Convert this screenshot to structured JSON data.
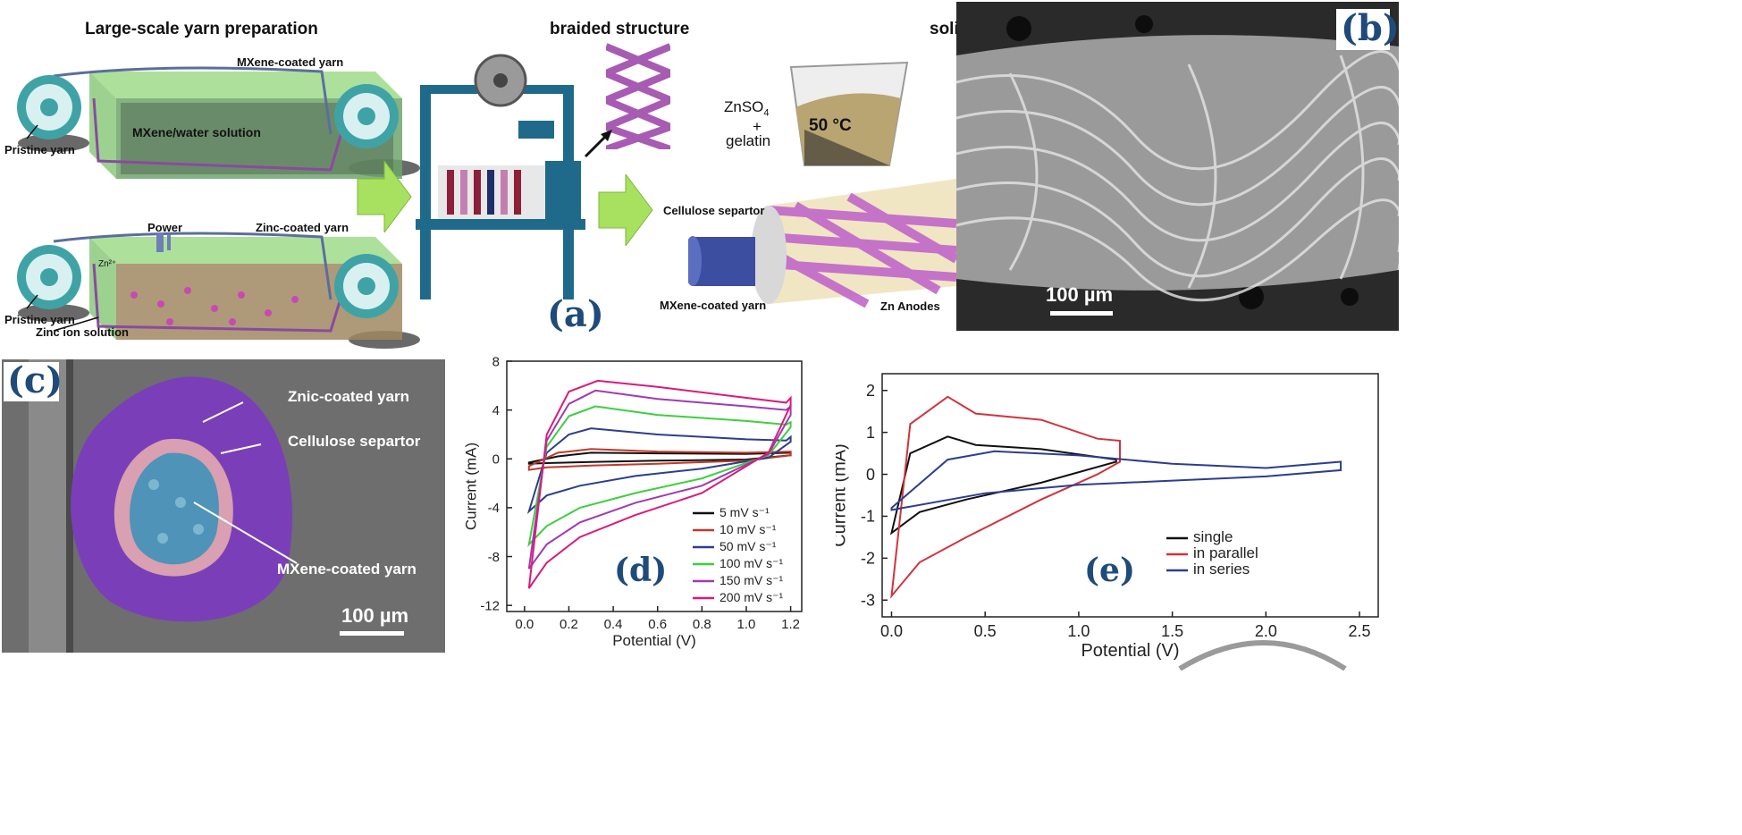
{
  "panel_a": {
    "letter": "(a)",
    "title_yarn": "Large-scale yarn preparation",
    "title_braid": "braided structure",
    "title_electrolyte": "solid-state electrolye",
    "label_mxene_yarn": "MXene-coated yarn",
    "label_pristine_1": "Pristine yarn",
    "label_solution": "MXene/water solution",
    "label_power": "Power",
    "label_zinc_yarn": "Zinc-coated yarn",
    "label_pristine_2": "Pristine yarn",
    "label_zinc_solution": "Zinc ion solution",
    "label_znso4": "ZnSO",
    "label_znso4_sub": "4",
    "label_plus": "+",
    "label_gelatin": "gelatin",
    "label_temp": "50 °C",
    "label_separator": "Cellulose separtor",
    "label_mxene_yarn_2": "MXene-coated yarn",
    "label_zn_anodes": "Zn Anodes",
    "zn_ion": "Zn²⁺"
  },
  "panel_b": {
    "letter": "(b)",
    "scale": "100 µm"
  },
  "panel_c": {
    "letter": "(c)",
    "label_zinc": "Znic-coated yarn",
    "label_separator": "Cellulose separtor",
    "label_mxene": "MXene-coated yarn",
    "scale": "100 µm"
  },
  "colors": {
    "panel_letter": "#1e4b7a",
    "green_arrow": "#a8e060"
  },
  "chart_data": [
    {
      "panel": "(d)",
      "type": "line",
      "xlabel": "Potential (V)",
      "ylabel": "Current (mA)",
      "xlim": [
        -0.08,
        1.25
      ],
      "ylim": [
        -12.5,
        8
      ],
      "xticks": [
        0.0,
        0.2,
        0.4,
        0.6,
        0.8,
        1.0,
        1.2
      ],
      "yticks": [
        -12,
        -8,
        -4,
        0,
        4,
        8
      ],
      "legend_position": "bottom-right",
      "series": [
        {
          "name": "5 mV s⁻¹",
          "color": "#111111",
          "upper": [
            [
              0.02,
              -0.3
            ],
            [
              0.15,
              0.2
            ],
            [
              0.3,
              0.5
            ],
            [
              0.6,
              0.45
            ],
            [
              1.0,
              0.4
            ],
            [
              1.2,
              0.5
            ]
          ],
          "lower": [
            [
              1.2,
              0.3
            ],
            [
              1.0,
              -0.05
            ],
            [
              0.6,
              -0.15
            ],
            [
              0.3,
              -0.25
            ],
            [
              0.1,
              -0.35
            ],
            [
              0.02,
              -0.4
            ]
          ]
        },
        {
          "name": "10 mV s⁻¹",
          "color": "#c0392b",
          "upper": [
            [
              0.02,
              -0.6
            ],
            [
              0.15,
              0.5
            ],
            [
              0.3,
              0.8
            ],
            [
              0.6,
              0.6
            ],
            [
              1.0,
              0.5
            ],
            [
              1.2,
              0.6
            ]
          ],
          "lower": [
            [
              1.2,
              0.3
            ],
            [
              1.0,
              -0.15
            ],
            [
              0.6,
              -0.4
            ],
            [
              0.3,
              -0.55
            ],
            [
              0.1,
              -0.7
            ],
            [
              0.02,
              -0.9
            ]
          ]
        },
        {
          "name": "50 mV s⁻¹",
          "color": "#2c3e8c",
          "upper": [
            [
              0.02,
              -4.3
            ],
            [
              0.1,
              0.5
            ],
            [
              0.2,
              2.0
            ],
            [
              0.3,
              2.5
            ],
            [
              0.6,
              2.0
            ],
            [
              1.0,
              1.6
            ],
            [
              1.18,
              1.5
            ],
            [
              1.2,
              1.8
            ]
          ],
          "lower": [
            [
              1.2,
              1.4
            ],
            [
              1.1,
              0.1
            ],
            [
              0.8,
              -0.8
            ],
            [
              0.5,
              -1.4
            ],
            [
              0.25,
              -2.2
            ],
            [
              0.1,
              -3.0
            ],
            [
              0.02,
              -4.3
            ]
          ]
        },
        {
          "name": "100 mV s⁻¹",
          "color": "#3ecf3e",
          "upper": [
            [
              0.02,
              -7.0
            ],
            [
              0.1,
              1.0
            ],
            [
              0.2,
              3.5
            ],
            [
              0.32,
              4.3
            ],
            [
              0.6,
              3.6
            ],
            [
              1.0,
              3.1
            ],
            [
              1.18,
              2.8
            ],
            [
              1.2,
              3.0
            ]
          ],
          "lower": [
            [
              1.2,
              2.6
            ],
            [
              1.1,
              0.3
            ],
            [
              0.8,
              -1.6
            ],
            [
              0.5,
              -2.8
            ],
            [
              0.25,
              -4.0
            ],
            [
              0.1,
              -5.5
            ],
            [
              0.02,
              -7.0
            ]
          ]
        },
        {
          "name": "150 mV s⁻¹",
          "color": "#a03ab2",
          "upper": [
            [
              0.02,
              -9.0
            ],
            [
              0.1,
              1.5
            ],
            [
              0.2,
              4.5
            ],
            [
              0.32,
              5.6
            ],
            [
              0.6,
              4.9
            ],
            [
              1.0,
              4.3
            ],
            [
              1.18,
              4.0
            ],
            [
              1.2,
              4.3
            ]
          ],
          "lower": [
            [
              1.2,
              3.6
            ],
            [
              1.1,
              0.4
            ],
            [
              0.8,
              -2.2
            ],
            [
              0.5,
              -3.6
            ],
            [
              0.25,
              -5.2
            ],
            [
              0.1,
              -7.0
            ],
            [
              0.02,
              -9.0
            ]
          ]
        },
        {
          "name": "200 mV s⁻¹",
          "color": "#d81b7a",
          "upper": [
            [
              0.02,
              -10.6
            ],
            [
              0.1,
              2.0
            ],
            [
              0.2,
              5.5
            ],
            [
              0.33,
              6.4
            ],
            [
              0.6,
              5.9
            ],
            [
              1.0,
              5.0
            ],
            [
              1.18,
              4.6
            ],
            [
              1.2,
              5.0
            ]
          ],
          "lower": [
            [
              1.2,
              4.4
            ],
            [
              1.1,
              0.5
            ],
            [
              0.8,
              -2.8
            ],
            [
              0.5,
              -4.6
            ],
            [
              0.25,
              -6.4
            ],
            [
              0.1,
              -8.5
            ],
            [
              0.02,
              -10.6
            ]
          ]
        }
      ]
    },
    {
      "panel": "(e)",
      "type": "line",
      "xlabel": "Potential (V)",
      "ylabel": "Current (mA)",
      "xlim": [
        -0.05,
        2.6
      ],
      "ylim": [
        -3.4,
        2.4
      ],
      "xticks": [
        0.0,
        0.5,
        1.0,
        1.5,
        2.0,
        2.5
      ],
      "yticks": [
        -3,
        -2,
        -1,
        0,
        1,
        2
      ],
      "legend_position": "bottom-right",
      "series": [
        {
          "name": "single",
          "color": "#111111",
          "upper": [
            [
              0.0,
              -1.4
            ],
            [
              0.1,
              0.5
            ],
            [
              0.3,
              0.9
            ],
            [
              0.45,
              0.7
            ],
            [
              0.8,
              0.6
            ],
            [
              1.2,
              0.35
            ]
          ],
          "lower": [
            [
              1.2,
              0.3
            ],
            [
              0.8,
              -0.2
            ],
            [
              0.4,
              -0.6
            ],
            [
              0.15,
              -0.9
            ],
            [
              0.0,
              -1.4
            ]
          ]
        },
        {
          "name": "in parallel",
          "color": "#d0343c",
          "upper": [
            [
              0.0,
              -2.9
            ],
            [
              0.1,
              1.2
            ],
            [
              0.3,
              1.85
            ],
            [
              0.45,
              1.45
            ],
            [
              0.8,
              1.3
            ],
            [
              1.1,
              0.85
            ],
            [
              1.22,
              0.8
            ]
          ],
          "lower": [
            [
              1.22,
              0.3
            ],
            [
              1.1,
              0.0
            ],
            [
              0.8,
              -0.6
            ],
            [
              0.4,
              -1.5
            ],
            [
              0.15,
              -2.1
            ],
            [
              0.0,
              -2.9
            ]
          ]
        },
        {
          "name": "in series",
          "color": "#2c3e8c",
          "upper": [
            [
              0.0,
              -0.8
            ],
            [
              0.3,
              0.35
            ],
            [
              0.55,
              0.55
            ],
            [
              1.0,
              0.45
            ],
            [
              1.5,
              0.25
            ],
            [
              2.0,
              0.15
            ],
            [
              2.4,
              0.3
            ]
          ],
          "lower": [
            [
              2.4,
              0.1
            ],
            [
              2.0,
              -0.05
            ],
            [
              1.5,
              -0.15
            ],
            [
              1.0,
              -0.25
            ],
            [
              0.5,
              -0.45
            ],
            [
              0.0,
              -0.85
            ]
          ]
        }
      ]
    }
  ]
}
